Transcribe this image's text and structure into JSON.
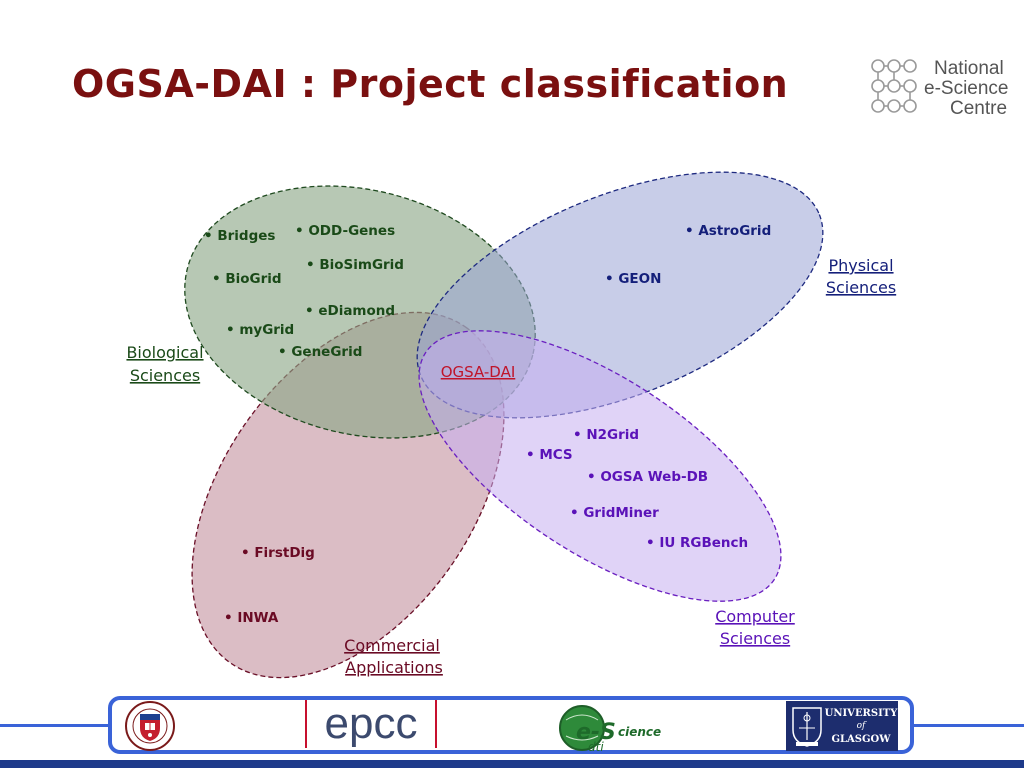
{
  "slide": {
    "title": "OGSA-DAI : Project classification"
  },
  "logo": {
    "name": "nesc-logo-icon",
    "line1": "National",
    "line2": "e-Science",
    "line3": "Centre",
    "color": "#555555"
  },
  "diagram": {
    "center_label": "OGSA-DAI",
    "center_color": "#c0142a",
    "regions": [
      {
        "id": "bio",
        "label_line1": "Biological",
        "label_line2": "Sciences",
        "fill": "#8aa786",
        "stroke": "#1f4a1f",
        "text_color": "#1a4a18",
        "items": [
          "• Bridges",
          "• ODD-Genes",
          "• BioSimGrid",
          "• BioGrid",
          "• eDiamond",
          "• myGrid",
          "• GeneGrid"
        ]
      },
      {
        "id": "phys",
        "label_line1": "Physical",
        "label_line2": "Sciences",
        "fill": "#9aa4d6",
        "stroke": "#1e2a80",
        "text_color": "#141f7a",
        "items": [
          "• AstroGrid",
          "• GEON"
        ]
      },
      {
        "id": "comp",
        "label_line1": "Computer",
        "label_line2": "Sciences",
        "fill": "#c7aef0",
        "stroke": "#6a1fc0",
        "text_color": "#5a12b8",
        "items": [
          "• N2Grid",
          "• MCS",
          "• OGSA Web-DB",
          "• GridMiner",
          "• IU RGBench"
        ]
      },
      {
        "id": "comm",
        "label_line1": "Commercial",
        "label_line2": "Applications",
        "fill": "#c79aa6",
        "stroke": "#6a1028",
        "text_color": "#6a0a24",
        "items": [
          "• FirstDig",
          "• INWA"
        ]
      }
    ]
  },
  "footer": {
    "edinburgh": "edinburgh-crest-icon",
    "epcc": "epcc",
    "escience_e": "e-S",
    "escience_rest": "cience",
    "escience_dti": "dti",
    "glasgow_line1": "UNIVERSITY",
    "glasgow_line2": "of",
    "glasgow_line3": "GLASGOW",
    "accent": "#3a63d8"
  }
}
